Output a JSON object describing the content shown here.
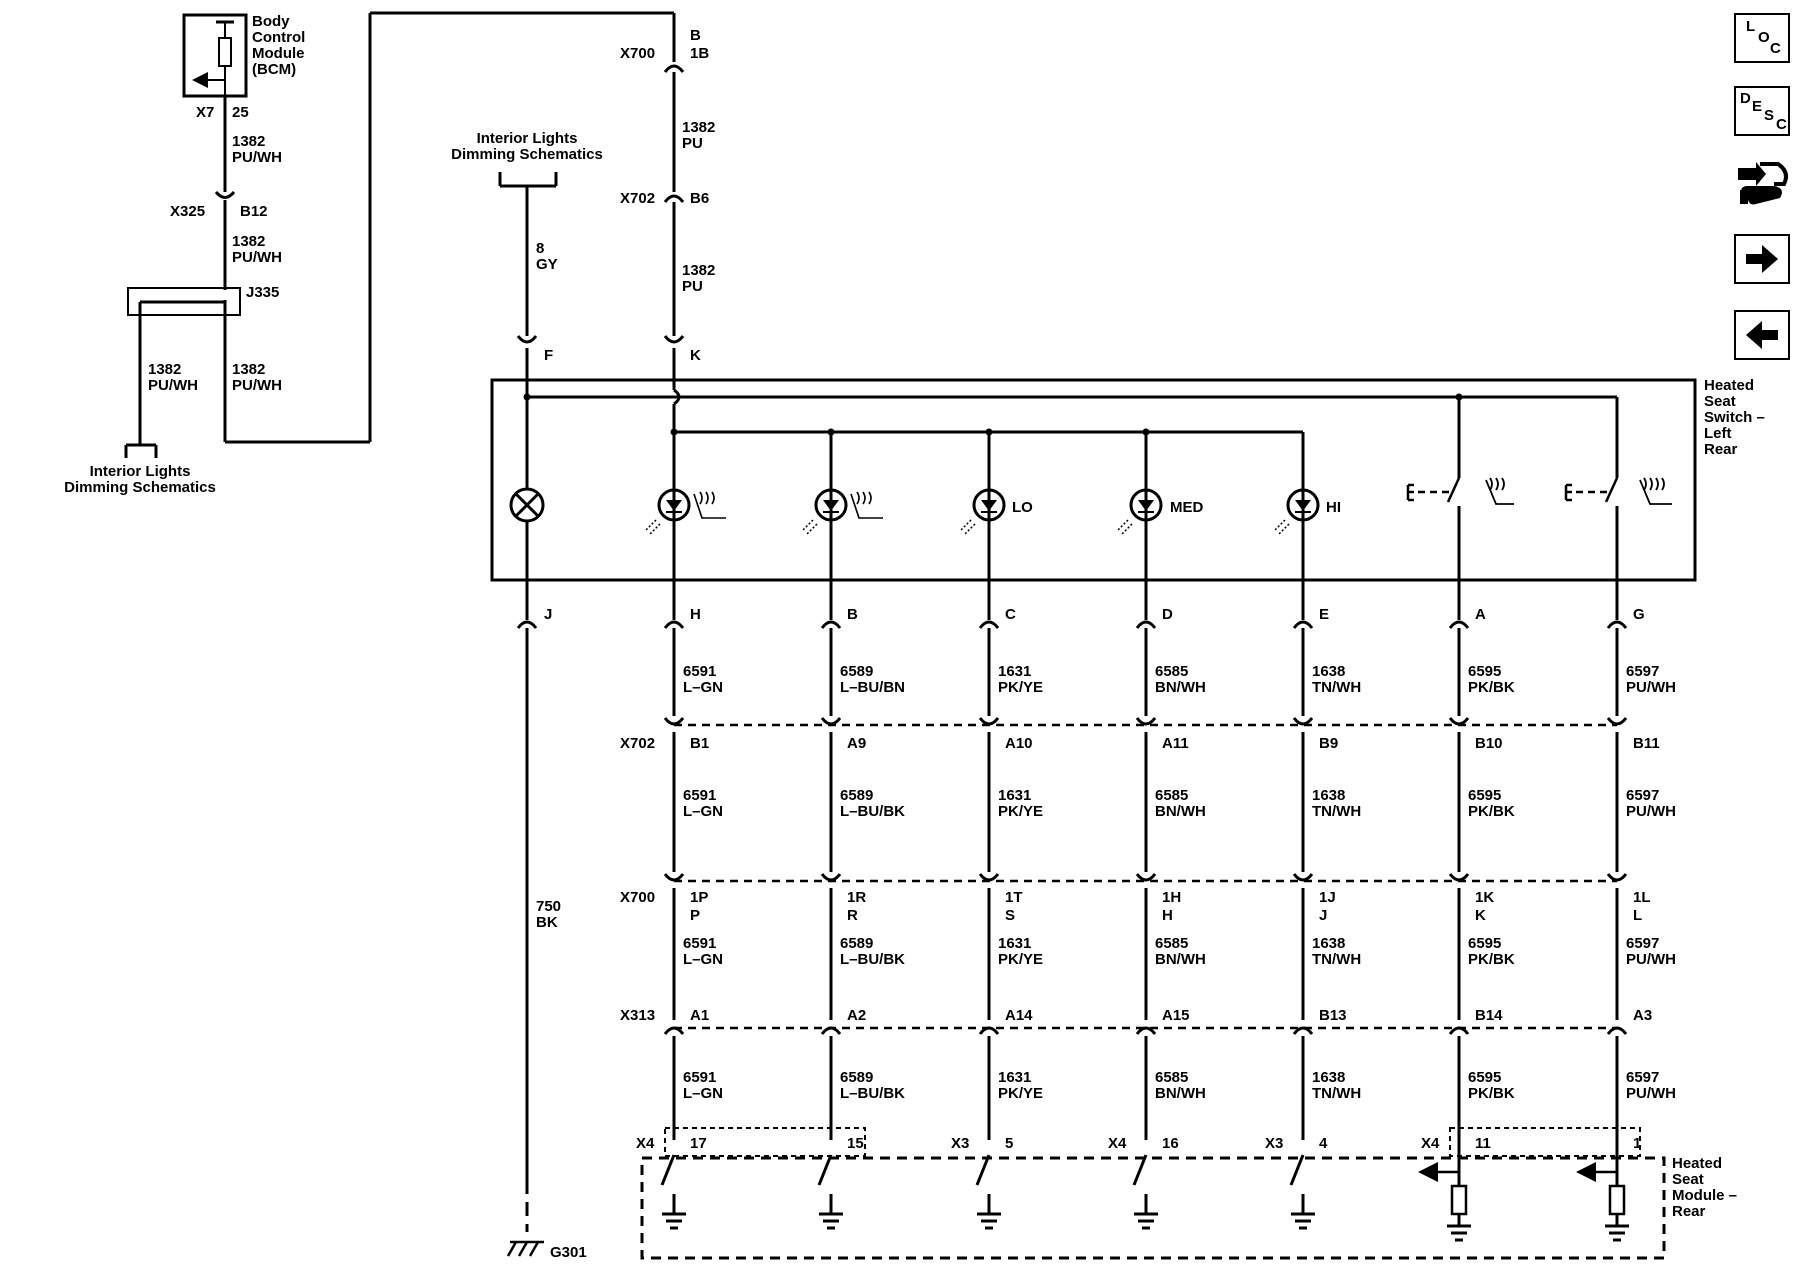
{
  "bcm": {
    "title": [
      "Body",
      "Control",
      "Module",
      "(BCM)"
    ],
    "connector": "X7",
    "pin": "25"
  },
  "upper": {
    "c325": "X325",
    "c325_pin": "B12",
    "wire_a": [
      "1382",
      "PU/WH"
    ],
    "splice": "J335",
    "dimming_label": [
      "Interior Lights",
      "Dimming Schematics"
    ],
    "c700": "X700",
    "c700_pin": [
      "B",
      "1B"
    ],
    "c702": "X702",
    "c702_pin": "B6",
    "wire_pu": [
      "1382",
      "PU"
    ],
    "gy_wire": [
      "8",
      "GY"
    ],
    "pin_f": "F",
    "pin_k": "K"
  },
  "switch": {
    "label": [
      "Heated",
      "Seat",
      "Switch –",
      "Left",
      "Rear"
    ],
    "led_labels": [
      "LO",
      "MED",
      "HI"
    ]
  },
  "columns": [
    {
      "sw_pin": "H",
      "w1": [
        "6591",
        "L–GN"
      ],
      "x702": "B1",
      "w2": [
        "6591",
        "L–GN"
      ],
      "x700": [
        "1P",
        "P"
      ],
      "w3": [
        "6591",
        "L–GN"
      ],
      "x313": "A1",
      "w4": [
        "6591",
        "L–GN"
      ],
      "mod_conn": "X4",
      "mod_pin": "17"
    },
    {
      "sw_pin": "B",
      "w1": [
        "6589",
        "L–BU/BN"
      ],
      "x702": "A9",
      "w2": [
        "6589",
        "L–BU/BK"
      ],
      "x700": [
        "1R",
        "R"
      ],
      "w3": [
        "6589",
        "L–BU/BK"
      ],
      "x313": "A2",
      "w4": [
        "6589",
        "L–BU/BK"
      ],
      "mod_conn": "",
      "mod_pin": "15"
    },
    {
      "sw_pin": "C",
      "w1": [
        "1631",
        "PK/YE"
      ],
      "x702": "A10",
      "w2": [
        "1631",
        "PK/YE"
      ],
      "x700": [
        "1T",
        "S"
      ],
      "w3": [
        "1631",
        "PK/YE"
      ],
      "x313": "A14",
      "w4": [
        "1631",
        "PK/YE"
      ],
      "mod_conn": "X3",
      "mod_pin": "5"
    },
    {
      "sw_pin": "D",
      "w1": [
        "6585",
        "BN/WH"
      ],
      "x702": "A11",
      "w2": [
        "6585",
        "BN/WH"
      ],
      "x700": [
        "1H",
        "H"
      ],
      "w3": [
        "6585",
        "BN/WH"
      ],
      "x313": "A15",
      "w4": [
        "6585",
        "BN/WH"
      ],
      "mod_conn": "X4",
      "mod_pin": "16"
    },
    {
      "sw_pin": "E",
      "w1": [
        "1638",
        "TN/WH"
      ],
      "x702": "B9",
      "w2": [
        "1638",
        "TN/WH"
      ],
      "x700": [
        "1J",
        "J"
      ],
      "w3": [
        "1638",
        "TN/WH"
      ],
      "x313": "B13",
      "w4": [
        "1638",
        "TN/WH"
      ],
      "mod_conn": "X3",
      "mod_pin": "4"
    },
    {
      "sw_pin": "A",
      "w1": [
        "6595",
        "PK/BK"
      ],
      "x702": "B10",
      "w2": [
        "6595",
        "PK/BK"
      ],
      "x700": [
        "1K",
        "K"
      ],
      "w3": [
        "6595",
        "PK/BK"
      ],
      "x313": "B14",
      "w4": [
        "6595",
        "PK/BK"
      ],
      "mod_conn": "X4",
      "mod_pin": "11"
    },
    {
      "sw_pin": "G",
      "w1": [
        "6597",
        "PU/WH"
      ],
      "x702": "B11",
      "w2": [
        "6597",
        "PU/WH"
      ],
      "x700": [
        "1L",
        "L"
      ],
      "w3": [
        "6597",
        "PU/WH"
      ],
      "x313": "A3",
      "w4": [
        "6597",
        "PU/WH"
      ],
      "mod_conn": "",
      "mod_pin": "1"
    }
  ],
  "row_labels": {
    "x702": "X702",
    "x700": "X700",
    "x313": "X313"
  },
  "ground": {
    "pin": "J",
    "wire": [
      "750",
      "BK"
    ],
    "name": "G301"
  },
  "module": {
    "label": [
      "Heated",
      "Seat",
      "Module –",
      "Rear"
    ]
  },
  "nav": {
    "loc": [
      "L",
      "O",
      "C"
    ],
    "desc": [
      "D",
      "E",
      "S",
      "C"
    ],
    "next_icon": "arrow-right-icon",
    "prev_icon": "arrow-left-icon",
    "tool_icon": "connector-tool-icon"
  }
}
